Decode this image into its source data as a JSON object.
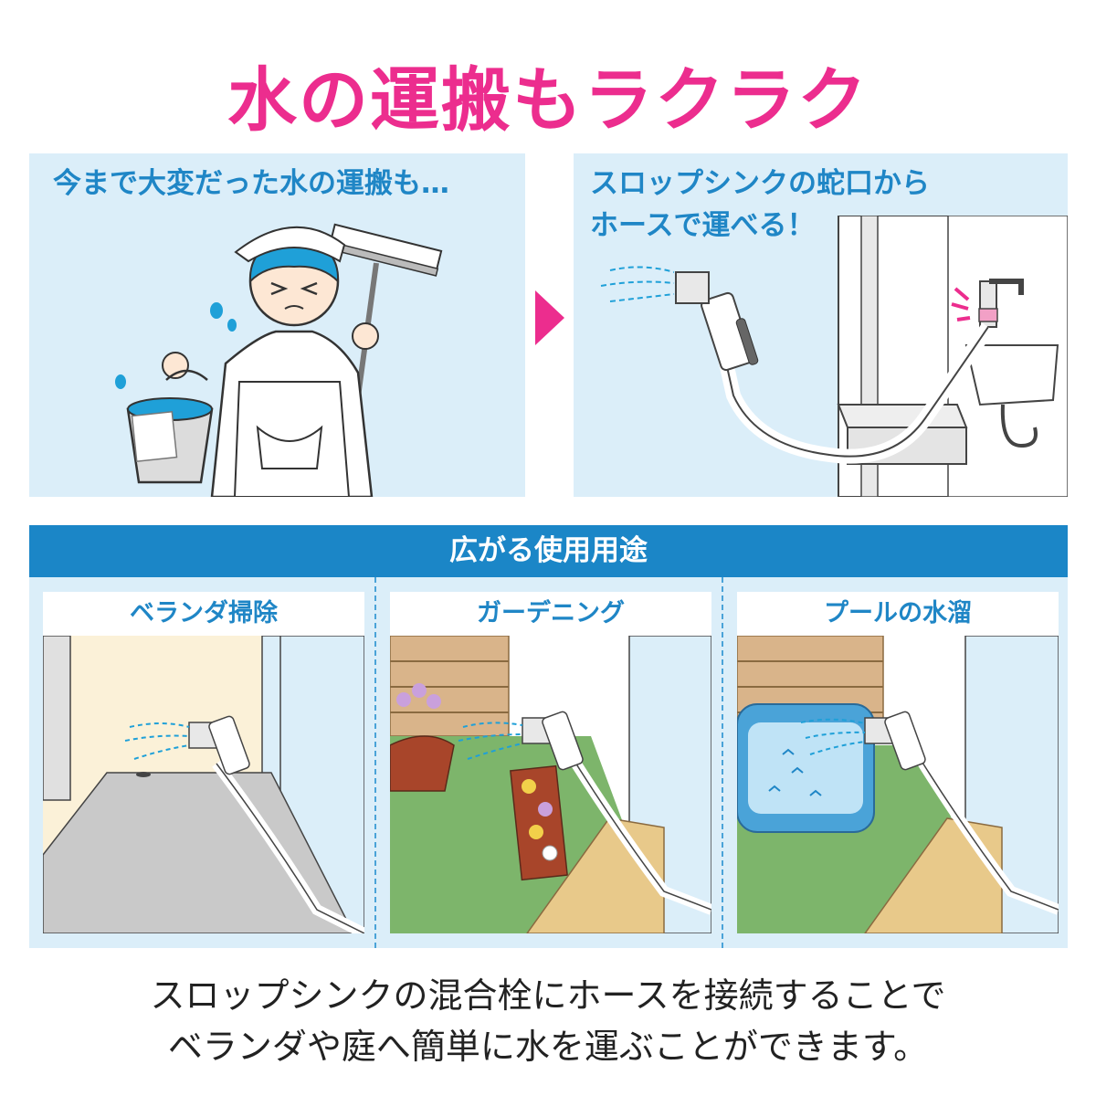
{
  "title": "水の運搬もラクラク",
  "panels": {
    "before_caption": "今まで大変だった水の運搬も…",
    "after_caption_line1": "スロップシンクの蛇口から",
    "after_caption_line2": "ホースで運べる！"
  },
  "uses": {
    "header": "広がる使用用途",
    "items": [
      {
        "label": "ベランダ掃除"
      },
      {
        "label": "ガーデニング"
      },
      {
        "label": "プールの水溜"
      }
    ]
  },
  "description": {
    "line1": "スロップシンクの混合栓にホースを接続することで",
    "line2": "ベランダや庭へ簡単に水を運ぶことができます。"
  },
  "colors": {
    "accent_pink": "#ec2d8e",
    "brand_blue": "#1b86c7",
    "panel_bg": "#dbeef9"
  }
}
